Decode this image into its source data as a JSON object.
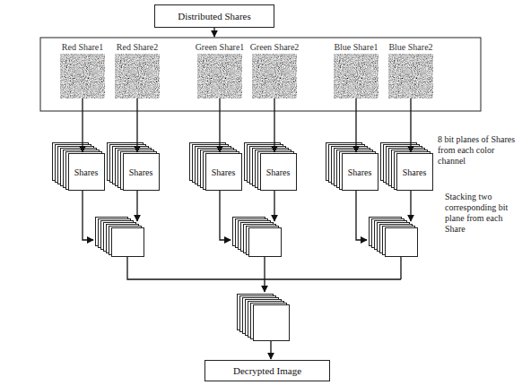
{
  "diagram": {
    "nodes": [
      {
        "text": [
          "Distributed Shares"
        ]
      },
      {
        "text": [
          "Red Share1"
        ]
      },
      {
        "text": [
          "Red Share2"
        ]
      },
      {
        "text": [
          "Green Share1"
        ]
      },
      {
        "text": [
          "Green Share2"
        ]
      },
      {
        "text": [
          "Blue Share1"
        ]
      },
      {
        "text": [
          "Blue Share2"
        ]
      },
      {
        "text": [
          "Shares"
        ]
      },
      {
        "text": [
          "Shares"
        ]
      },
      {
        "text": [
          "Shares"
        ]
      },
      {
        "text": [
          "Shares"
        ]
      },
      {
        "text": [
          "Shares"
        ]
      },
      {
        "text": [
          "Shares"
        ]
      },
      {
        "text": [
          "Decrypted Image"
        ]
      }
    ],
    "edges": [
      {
        "from": 1,
        "to": 7,
        "arrow": "to"
      },
      {
        "from": 2,
        "to": 8,
        "arrow": "to"
      },
      {
        "from": 3,
        "to": 9,
        "arrow": "to"
      },
      {
        "from": 4,
        "to": 10,
        "arrow": "to"
      },
      {
        "from": 5,
        "to": 11,
        "arrow": "to"
      },
      {
        "from": 6,
        "to": 12,
        "arrow": "to"
      }
    ],
    "labels": [
      "8 bit planes of Shares from each color channel",
      "Stacking two corresponding bit plane from each Share"
    ]
  }
}
